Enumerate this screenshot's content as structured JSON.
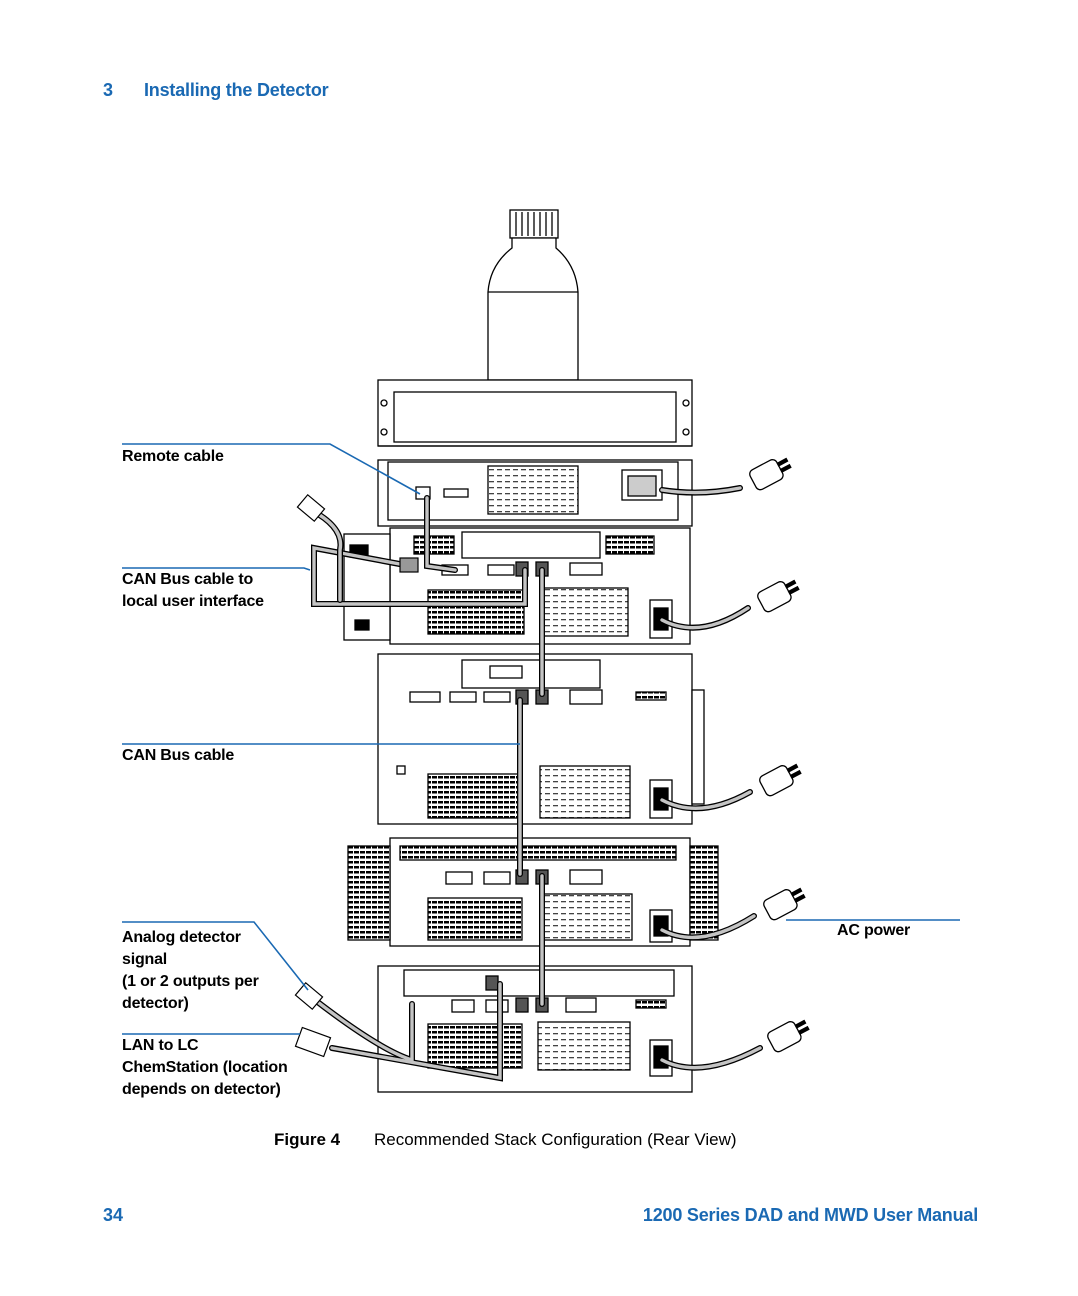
{
  "header": {
    "chapter_number": "3",
    "chapter_title": "Installing the Detector"
  },
  "figure": {
    "callouts": {
      "remote_cable": "Remote cable",
      "can_bus_local_line1": "CAN Bus cable to",
      "can_bus_local_line2": "local user interface",
      "can_bus_cable": "CAN Bus cable",
      "analog_line1": "Analog detector",
      "analog_line2": "signal",
      "analog_line3": "(1 or 2 outputs per",
      "analog_line4": "detector)",
      "lan_line1": "LAN to LC",
      "lan_line2": "ChemStation (location",
      "lan_line3": "depends on detector)",
      "ac_power": "AC power"
    },
    "caption_label": "Figure 4",
    "caption_text": "Recommended Stack Configuration (Rear View)"
  },
  "footer": {
    "page_number": "34",
    "manual_title": "1200 Series DAD and MWD User Manual"
  },
  "colors": {
    "accent": "#1a69b3",
    "line_art": "#000000",
    "cable": "#bdbdbd"
  }
}
